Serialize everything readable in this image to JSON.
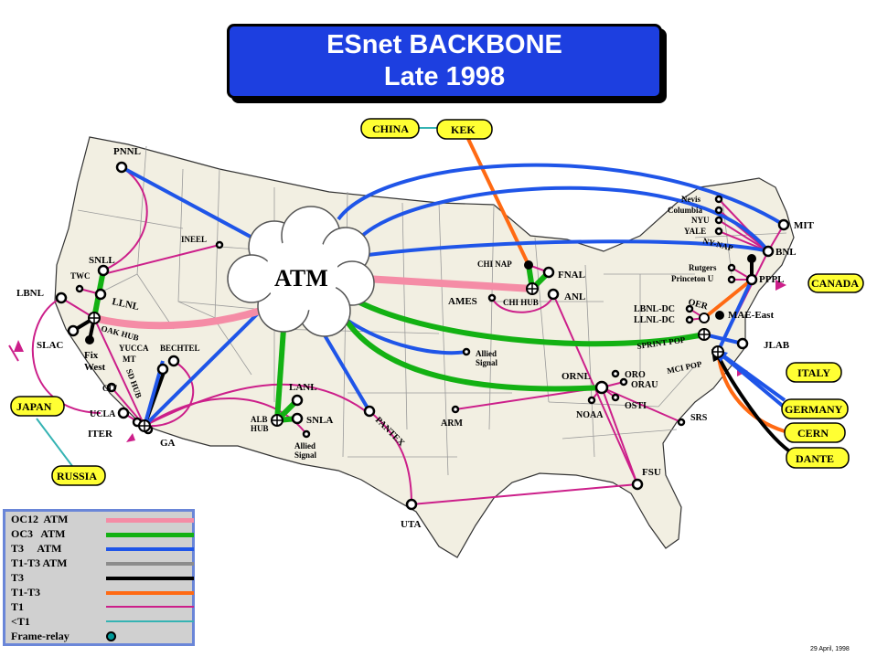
{
  "title": {
    "line1": "ESnet BACKBONE",
    "line2": "Late 1998"
  },
  "colors": {
    "oc12_atm": "#f58ca6",
    "oc3_atm": "#13b113",
    "t3_atm": "#1f55e8",
    "t1t3_atm": "#8c8c8c",
    "t3": "#000000",
    "t1t3": "#ff6a13",
    "t1": "#cc1f8a",
    "lt1": "#35b3b3",
    "land": "#f2efe2",
    "state_line": "#9a9a9a",
    "label_box": "#ffff33",
    "legend_bg": "#d0d0d0"
  },
  "cloud_label": "ATM",
  "sites": {
    "pnnl": "PNNL",
    "ineel": "INEEL",
    "snll": "SNLL",
    "twc": "TWC",
    "lbnl": "LBNL",
    "llnl": "LLNL",
    "oak_hub": "OAK HUB",
    "slac": "SLAC",
    "fix_west": "Fix\nWest",
    "yucca": "YUCCA\nMT",
    "bechtel": "BECHTEL",
    "sd_hub": "SD HUB",
    "cit": "CIT",
    "ucla": "UCLA",
    "iter": "ITER",
    "ga": "GA",
    "lanl": "LANL",
    "alb_hub": "ALB\nHUB",
    "snla": "SNLA",
    "allied1": "Allied\nSignal",
    "pantex": "PANTEX",
    "uta": "UTA",
    "chi_nap": "CHI NAP",
    "fnal": "FNAL",
    "ames": "AMES",
    "chi_hub": "CHI HUB",
    "anl": "ANL",
    "allied2": "Allied\nSignal",
    "arm": "ARM",
    "ornl": "ORNL",
    "oro": "ORO",
    "orau": "ORAU",
    "osti": "OSTI",
    "noaa": "NOAA",
    "srs": "SRS",
    "fsu": "FSU",
    "nevis": "Nevis",
    "columbia": "Columbia",
    "nyu": "NYU",
    "yale": "YALE",
    "ny_nap": "NY-NAP",
    "mit": "MIT",
    "bnl": "BNL",
    "rutgers": "Rutgers",
    "princeton": "Princeton U",
    "pppl": "PPPL",
    "lbnl_dc": "LBNL-DC",
    "llnl_dc": "LLNL-DC",
    "oer": "OER",
    "mae_east": "MAE-East",
    "sprint_pop": "SPRINT POP",
    "mci_pop": "MCI POP",
    "jlab": "JLAB"
  },
  "international": {
    "china": "CHINA",
    "kek": "KEK",
    "canada": "CANADA",
    "japan": "JAPAN",
    "russia": "RUSSIA",
    "italy": "ITALY",
    "germany": "GERMANY",
    "cern": "CERN",
    "dante": "DANTE"
  },
  "legend": [
    {
      "label": "OC12  ATM",
      "color": "#f58ca6",
      "width": 5
    },
    {
      "label": "OC3   ATM",
      "color": "#13b113",
      "width": 5
    },
    {
      "label": "T3     ATM",
      "color": "#1f55e8",
      "width": 4
    },
    {
      "label": "T1-T3 ATM",
      "color": "#8c8c8c",
      "width": 4
    },
    {
      "label": "T3",
      "color": "#000000",
      "width": 4
    },
    {
      "label": "T1-T3",
      "color": "#ff6a13",
      "width": 4
    },
    {
      "label": "T1",
      "color": "#cc1f8a",
      "width": 2
    },
    {
      "label": "<T1",
      "color": "#35b3b3",
      "width": 2
    },
    {
      "label": "Frame-relay",
      "color": "",
      "width": 0
    }
  ],
  "date": "29 April, 1998"
}
